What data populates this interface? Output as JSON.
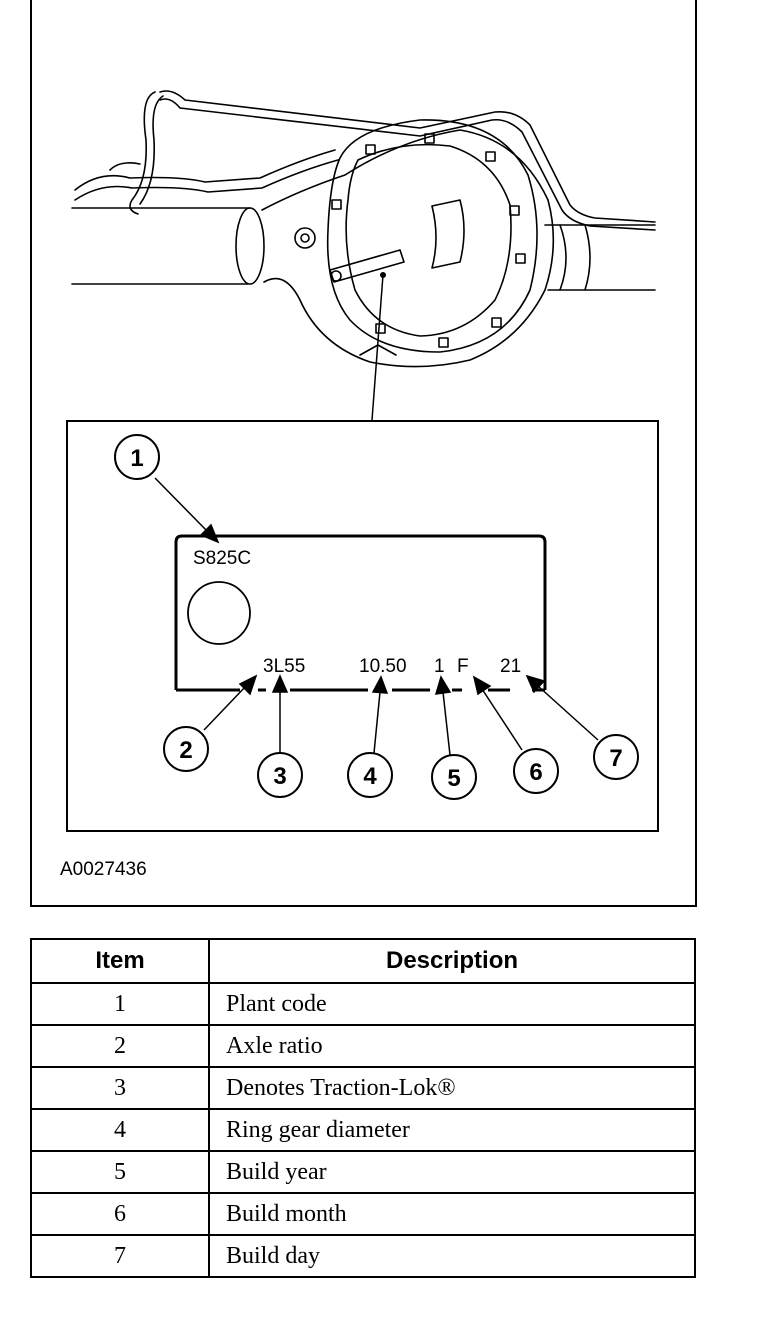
{
  "figure": {
    "plate_code": "S825C",
    "tag_fields": [
      "3L55",
      "10.50",
      "1",
      "F",
      "21"
    ],
    "callouts": [
      "1",
      "2",
      "3",
      "4",
      "5",
      "6",
      "7"
    ],
    "figure_id": "A0027436"
  },
  "legend": {
    "headers": {
      "item": "Item",
      "description": "Description"
    },
    "rows": [
      {
        "item": "1",
        "description": "Plant code"
      },
      {
        "item": "2",
        "description": "Axle ratio"
      },
      {
        "item": "3",
        "description": "Denotes Traction-Lok®"
      },
      {
        "item": "4",
        "description": "Ring gear diameter"
      },
      {
        "item": "5",
        "description": "Build year"
      },
      {
        "item": "6",
        "description": "Build month"
      },
      {
        "item": "7",
        "description": "Build day"
      }
    ]
  }
}
